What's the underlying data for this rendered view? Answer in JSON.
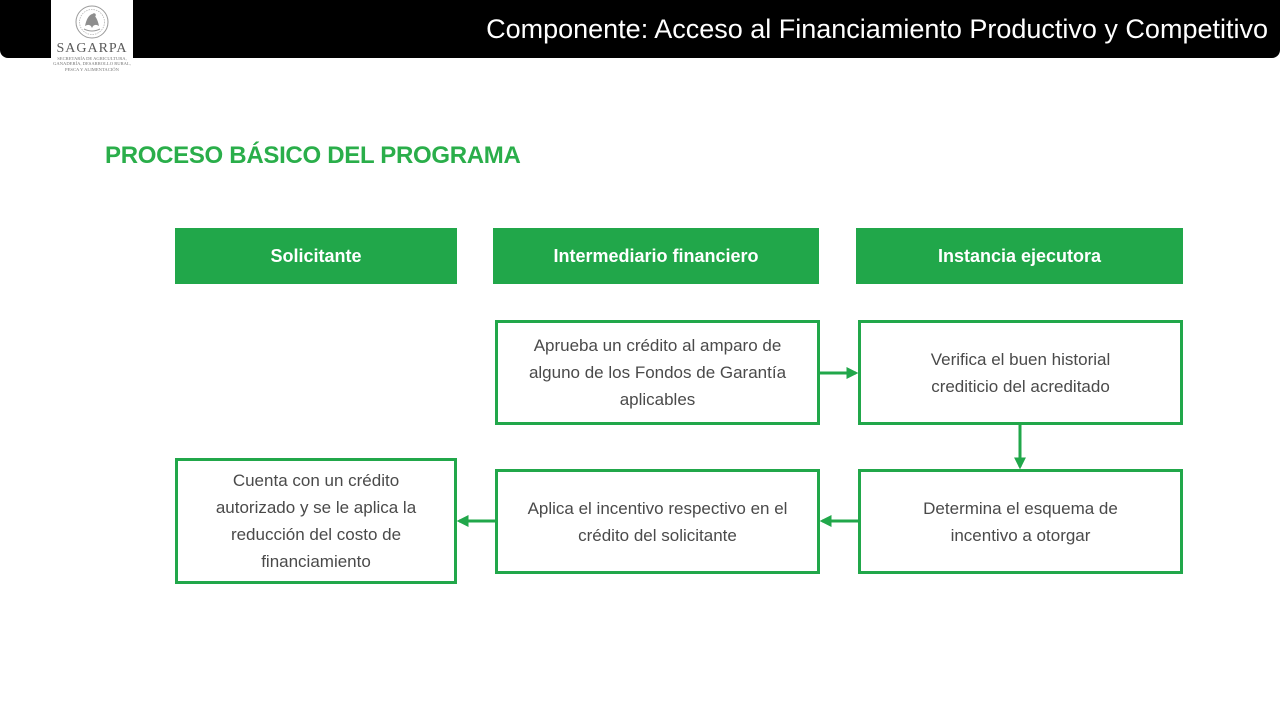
{
  "header": {
    "title": "Componente: Acceso al Financiamiento Productivo y Competitivo",
    "logo": {
      "name": "SAGARPA",
      "subtitle": "SECRETARÍA DE AGRICULTURA, GANADERÍA, DESARROLLO RURAL, PESCA Y ALIMENTACIÓN",
      "icon": "mexican-eagle-emblem-icon"
    }
  },
  "diagram": {
    "heading": "PROCESO BÁSICO DEL PROGRAMA",
    "lanes": [
      {
        "id": "solicitante",
        "label": "Solicitante"
      },
      {
        "id": "intermediario",
        "label": "Intermediario financiero"
      },
      {
        "id": "instancia",
        "label": "Instancia ejecutora"
      }
    ],
    "steps": [
      {
        "id": "aprueba",
        "lane": "intermediario",
        "text": "Aprueba un crédito al amparo de alguno de los Fondos de Garantía aplicables"
      },
      {
        "id": "verifica",
        "lane": "instancia",
        "text": "Verifica el buen historial crediticio del acreditado"
      },
      {
        "id": "determina",
        "lane": "instancia",
        "text": "Determina el esquema de incentivo a otorgar"
      },
      {
        "id": "aplica",
        "lane": "intermediario",
        "text": "Aplica el incentivo respectivo en el crédito del solicitante"
      },
      {
        "id": "cuenta",
        "lane": "solicitante",
        "text": "Cuenta con un crédito autorizado y se le aplica la reducción del costo de financiamiento"
      }
    ],
    "edges": [
      {
        "from": "aprueba",
        "to": "verifica"
      },
      {
        "from": "verifica",
        "to": "determina"
      },
      {
        "from": "determina",
        "to": "aplica"
      },
      {
        "from": "aplica",
        "to": "cuenta"
      }
    ],
    "colors": {
      "accent": "#21a74a",
      "heading": "#2aae4a",
      "text": "#4a4a4a"
    }
  }
}
